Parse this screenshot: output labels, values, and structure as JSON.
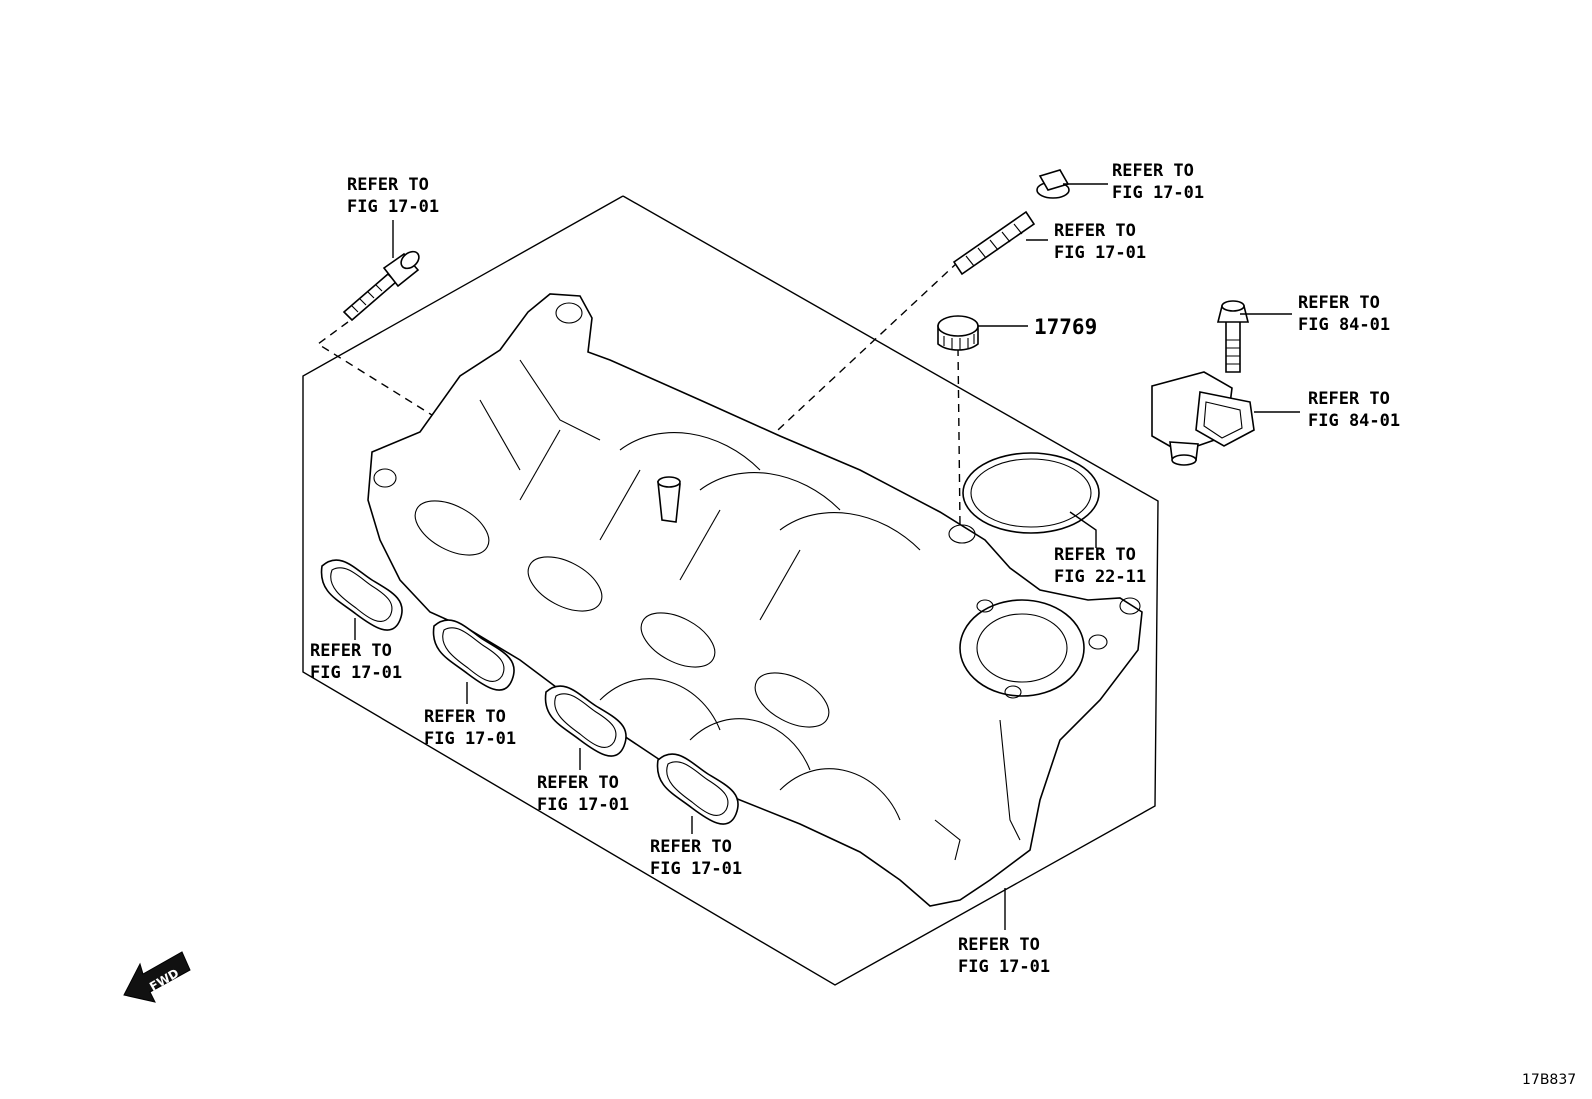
{
  "callouts": [
    {
      "line1": "REFER TO",
      "line2": "FIG 17-01"
    },
    {
      "line1": "REFER TO",
      "line2": "FIG 17-01"
    },
    {
      "line1": "REFER TO",
      "line2": "FIG 17-01"
    },
    {
      "line1": "REFER TO",
      "line2": "FIG 84-01"
    },
    {
      "line1": "REFER TO",
      "line2": "FIG 84-01"
    },
    {
      "line1": "REFER TO",
      "line2": "FIG 22-11"
    },
    {
      "line1": "REFER TO",
      "line2": "FIG 17-01"
    },
    {
      "line1": "REFER TO",
      "line2": "FIG 17-01"
    },
    {
      "line1": "REFER TO",
      "line2": "FIG 17-01"
    },
    {
      "line1": "REFER TO",
      "line2": "FIG 17-01"
    },
    {
      "line1": "REFER TO",
      "line2": "FIG 17-01"
    }
  ],
  "part_number": "17769",
  "direction_label": "FWD",
  "illustration_code": "17B837"
}
